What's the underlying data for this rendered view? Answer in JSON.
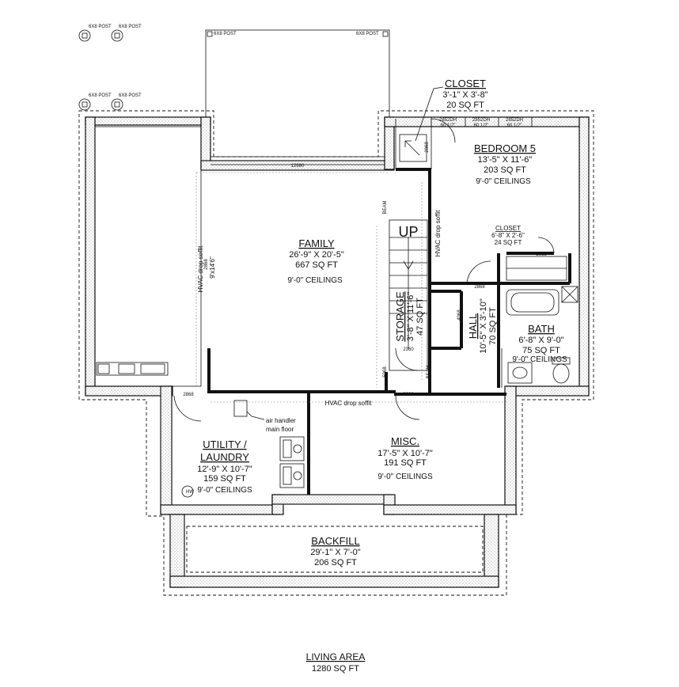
{
  "posts": [
    "6X8 POST",
    "6X8 POST",
    "6X8 POST",
    "6X8 POST",
    "6X8 POST",
    "6X8 POST"
  ],
  "rooms": {
    "closet_top": {
      "name": "CLOSET",
      "dims": "3'-1\" X 3'-8\"",
      "area": "20 SQ FT"
    },
    "bedroom5": {
      "name": "BEDROOM 5",
      "dims": "13'-5\" X 11'-6\"",
      "area": "203 SQ FT",
      "ceiling": "9'-0\" CEILINGS"
    },
    "family": {
      "name": "FAMILY",
      "dims": "26'-9\" X 20'-5\"",
      "area": "667 SQ FT",
      "ceiling": "9'-0\" CEILINGS"
    },
    "closet_small": {
      "name": "CLOSET",
      "dims": "6'-8\" X 2'-6\"",
      "area": "24 SQ FT"
    },
    "storage": {
      "name": "STORAGE",
      "dims": "3'-8\" X 11'-6\"",
      "area": "47 SQ FT"
    },
    "hall": {
      "name": "HALL",
      "dims": "10'-5\" X 3'-10\"",
      "area": "70 SQ FT"
    },
    "bath": {
      "name": "BATH",
      "dims": "6'-8\" X 9'-0\"",
      "area": "75 SQ FT",
      "ceiling": "9'-0\" CEILINGS"
    },
    "utility": {
      "name": "UTILITY /",
      "name2": "LAUNDRY",
      "dims": "12'-9\" X 10'-7\"",
      "area": "159 SQ FT",
      "ceiling": "9'-0\" CEILINGS"
    },
    "misc": {
      "name": "MISC.",
      "dims": "17'-5\" X 10'-7\"",
      "area": "191 SQ FT",
      "ceiling": "9'-0\" CEILINGS"
    },
    "backfill": {
      "name": "BACKFILL",
      "dims": "29'-1\" X 7'-0\"",
      "area": "206 SQ FT"
    }
  },
  "annotations": {
    "up": "UP",
    "hvac_soffit": "HVAC drop soffit",
    "air_handler": "air handler",
    "main_floor": "main floor",
    "beam": "BEAM",
    "hw": "HW",
    "window_top": "12680",
    "win_ids": [
      "2852DH",
      "2852DH",
      "2852DH"
    ],
    "win_sizes": [
      "60 1/2\"",
      "60 1/2\"",
      "60 1/2\""
    ],
    "door_2868": "2868",
    "door_3068": "3068",
    "door_4068": "4068",
    "door_2360": "2360",
    "door_5068": "5068",
    "soffit_code": "9'x14'6\""
  },
  "footer": {
    "title": "LIVING AREA",
    "area": "1280 SQ FT"
  }
}
